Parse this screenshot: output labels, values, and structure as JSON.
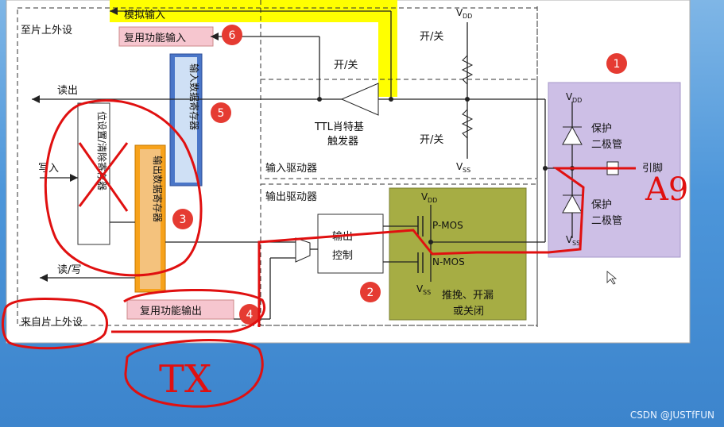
{
  "diagram": {
    "labels": {
      "to_onchip_peripheral": "至片上外设",
      "analog_input": "模拟输入",
      "alt_func_input": "复用功能输入",
      "read_out": "读出",
      "write_in": "写入",
      "read_write": "读/写",
      "from_onchip_peripheral": "来自片上外设",
      "alt_func_output": "复用功能输出",
      "input_data_register": "输入数据寄存器",
      "output_data_register": "输出数据寄存器",
      "bit_set_clear_register": "位设置/清除寄存器",
      "on_off_top": "开/关",
      "on_off_1": "开/关",
      "on_off_2": "开/关",
      "ttl_schmitt": "TTL肖特基",
      "ttl_schmitt_2": "触发器",
      "input_driver": "输入驱动器",
      "output_driver": "输出驱动器",
      "output_control_1": "输出",
      "output_control_2": "控制",
      "pmos": "P-MOS",
      "nmos": "N-MOS",
      "push_pull_1": "推挽、开漏",
      "push_pull_2": "或关闭",
      "vdd_1": "V",
      "vdd_1_sub": "DD",
      "vdd_2": "V",
      "vdd_2_sub": "DD",
      "vdd_3": "V",
      "vdd_3_sub": "DD",
      "vss_1": "V",
      "vss_1_sub": "SS",
      "vss_2": "V",
      "vss_2_sub": "SS",
      "vss_3": "V",
      "vss_3_sub": "SS",
      "protect_1": "保护",
      "diode_1": "二极管",
      "protect_2": "保护",
      "diode_2": "二极管",
      "pin": "引脚"
    },
    "badges": [
      "1",
      "2",
      "3",
      "4",
      "5",
      "6"
    ],
    "annotations": {
      "pin_name": "A9",
      "tx": "TX"
    },
    "colors": {
      "yellow": "#ffff00",
      "pink": "#f6c6cf",
      "blue_register": "#4a76c8",
      "orange_register": "#f7a21b",
      "green_block": "#a6ad44",
      "purple_block": "#cdbfe6",
      "badge_red": "#e53b32",
      "annotation_red": "#e01010"
    }
  },
  "footer": {
    "watermark": "CSDN @JUSTfFUN"
  }
}
